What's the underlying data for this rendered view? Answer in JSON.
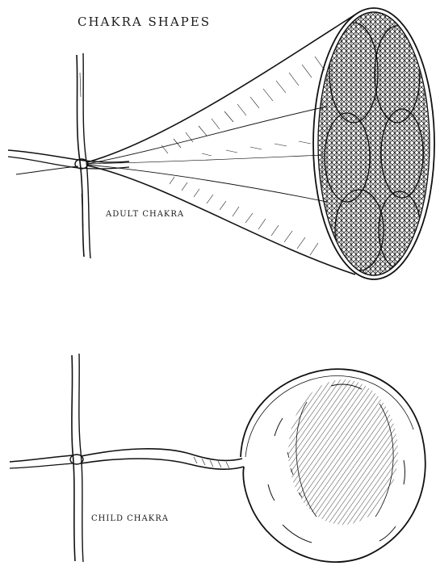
{
  "title": "CHAKRA SHAPES",
  "adult_label": "ADULT CHAKRA",
  "child_label": "CHILD CHAKRA",
  "colors": {
    "ink": "#111111",
    "paper": "#ffffff"
  }
}
